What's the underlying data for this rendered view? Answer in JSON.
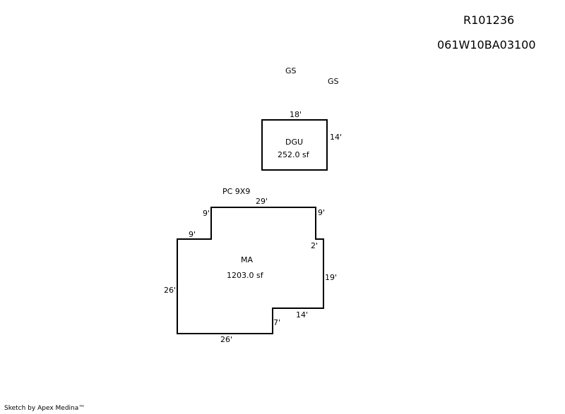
{
  "header": {
    "record_id": "R101236",
    "map_number": "061W10BA03100"
  },
  "labels": {
    "gs_1": "GS",
    "gs_2": "GS",
    "porch": "PC 9X9"
  },
  "garage": {
    "code": "DGU",
    "area": "252.0 sf",
    "dim_top": "18'",
    "dim_right": "14'"
  },
  "main": {
    "code": "MA",
    "area": "1203.0 sf",
    "dim_top": "29'",
    "dim_upper_left_vertical": "9'",
    "dim_upper_left_horizontal": "9'",
    "dim_upper_right_vertical": "9'",
    "dim_right_step": "2'",
    "dim_right": "19'",
    "dim_notch_horizontal": "14'",
    "dim_notch_vertical": "7'",
    "dim_left": "26'",
    "dim_bottom": "26'"
  },
  "footer": {
    "credit": "Sketch by Apex Medina™"
  }
}
